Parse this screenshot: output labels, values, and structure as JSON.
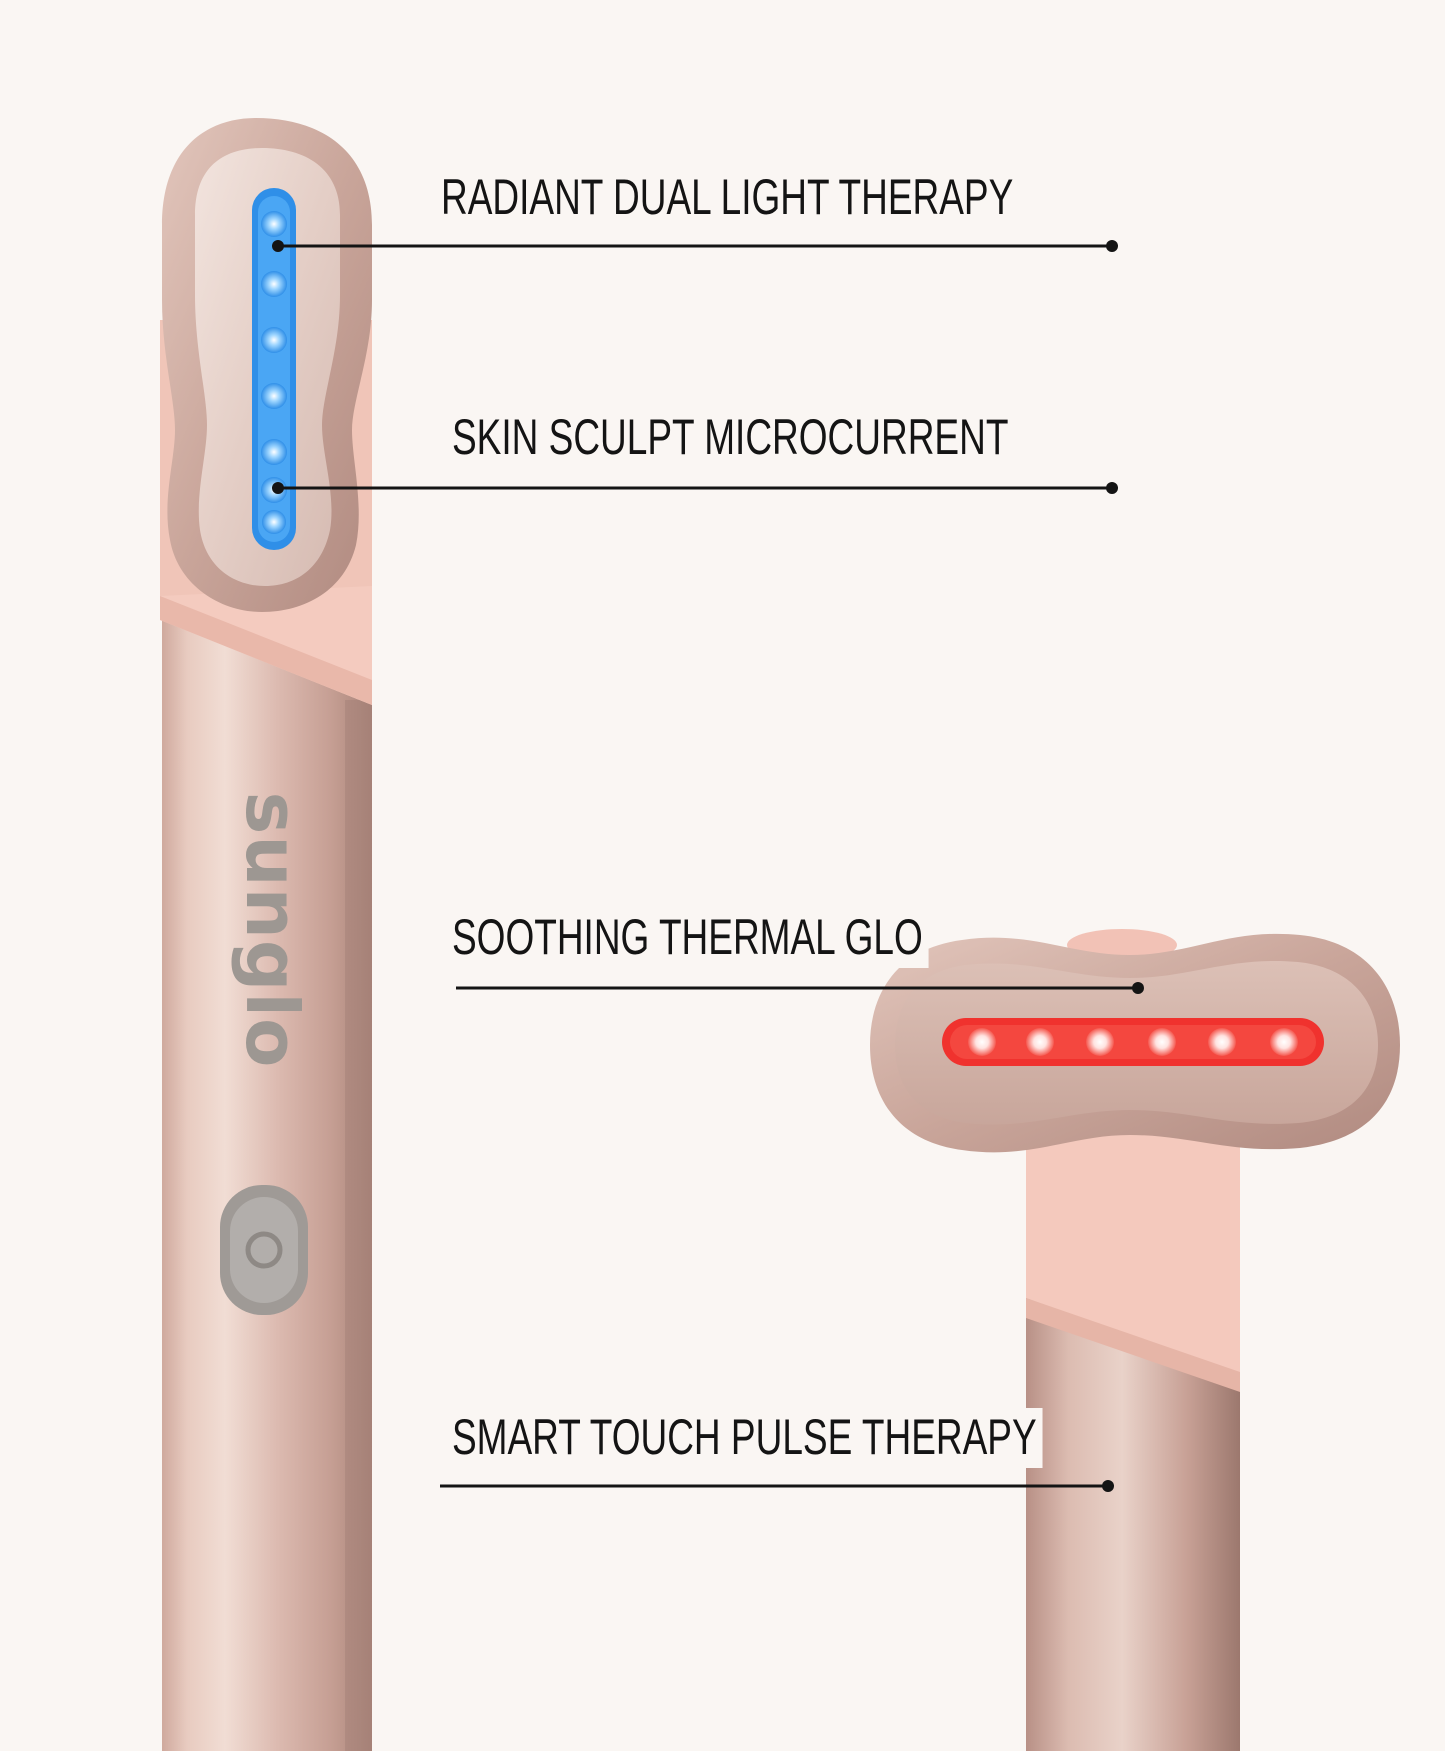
{
  "brand": {
    "logo_text": "sunglo"
  },
  "callouts": [
    {
      "id": "radiant",
      "label": "RADIANT DUAL LIGHT THERAPY"
    },
    {
      "id": "sculpt",
      "label": "SKIN SCULPT MICROCURRENT"
    },
    {
      "id": "thermal",
      "label": "SOOTHING THERMAL GLO"
    },
    {
      "id": "pulse",
      "label": "SMART TOUCH PULSE THERAPY"
    }
  ],
  "colors": {
    "background": "#faf6f3",
    "body_rose_gold": "#d6b3a7",
    "collar_pink": "#f4c9bd",
    "blue_led": "#2f8fe8",
    "red_led": "#f0322e",
    "line": "#141414"
  },
  "led_heads": {
    "blue_led_count": 7,
    "red_led_count": 6
  }
}
